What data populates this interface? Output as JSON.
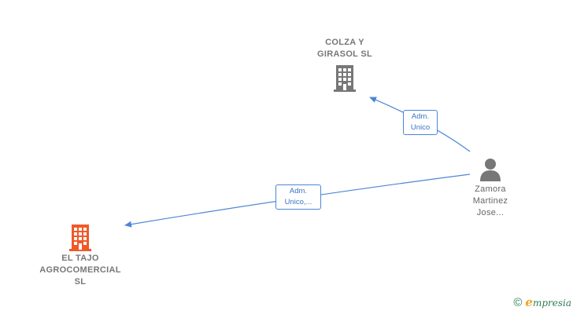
{
  "nodes": {
    "colza": {
      "label": "COLZA Y\nGIRASOL  SL",
      "icon": "building-icon",
      "color": "#777777"
    },
    "tajo": {
      "label": "EL TAJO\nAGROCOMERCIAL\nSL",
      "icon": "building-icon",
      "color": "#f05a28"
    },
    "person": {
      "label": "Zamora\nMartinez\nJose...",
      "icon": "person-icon",
      "color": "#777777"
    }
  },
  "edges": [
    {
      "from": "person",
      "to": "colza",
      "label": "Adm.\nUnico",
      "color": "#4a86d6"
    },
    {
      "from": "person",
      "to": "tajo",
      "label": "Adm.\nUnico,...",
      "color": "#4a86d6"
    }
  ],
  "brand": {
    "copyright": "©",
    "initial": "e",
    "name": "mpresia"
  }
}
